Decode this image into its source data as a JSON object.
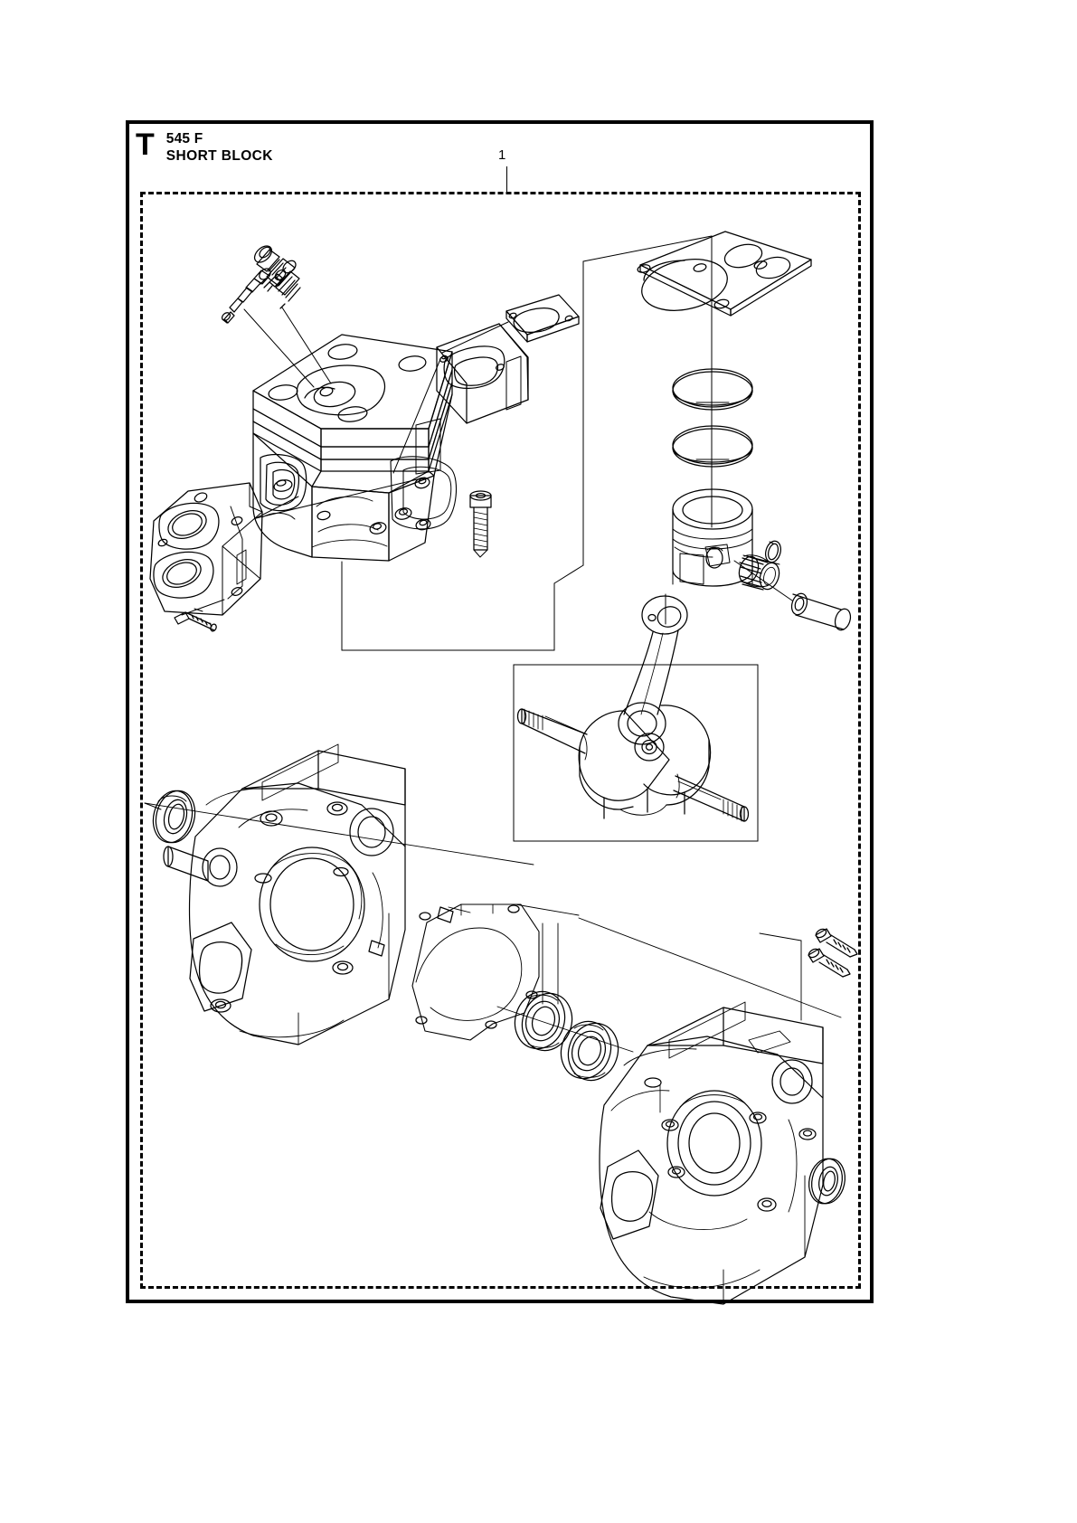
{
  "document": {
    "section_letter": "T",
    "model": "545 F",
    "assembly": "SHORT BLOCK"
  },
  "callouts": [
    {
      "id": "1",
      "label": "1"
    }
  ],
  "frame": {
    "outer_border_color": "#000000",
    "assembly_boundary_style": "dashed",
    "line_color": "#000000",
    "background_color": "#ffffff"
  },
  "parts": [
    {
      "key": "spark-plug",
      "name": "Spark plug"
    },
    {
      "key": "decompression-valve",
      "name": "Decompression valve"
    },
    {
      "key": "cylinder",
      "name": "Cylinder"
    },
    {
      "key": "muffler-gasket",
      "name": "Muffler gasket"
    },
    {
      "key": "exhaust-flange",
      "name": "Exhaust flange"
    },
    {
      "key": "cylinder-base-gasket",
      "name": "Cylinder gasket"
    },
    {
      "key": "piston-ring-upper",
      "name": "Piston ring"
    },
    {
      "key": "piston-ring-lower",
      "name": "Piston ring"
    },
    {
      "key": "piston",
      "name": "Piston"
    },
    {
      "key": "circlip",
      "name": "Circlip"
    },
    {
      "key": "needle-bearing",
      "name": "Needle bearing"
    },
    {
      "key": "piston-pin",
      "name": "Piston pin"
    },
    {
      "key": "intake-manifold",
      "name": "Intake manifold"
    },
    {
      "key": "manifold-screw",
      "name": "Screw"
    },
    {
      "key": "cylinder-screw",
      "name": "Cylinder screw"
    },
    {
      "key": "crankshaft",
      "name": "Crankshaft with connecting rod"
    },
    {
      "key": "crankcase-left",
      "name": "Crankcase half, left"
    },
    {
      "key": "crankcase-right",
      "name": "Crankcase half, right"
    },
    {
      "key": "crankcase-gasket",
      "name": "Crankcase gasket"
    },
    {
      "key": "ball-bearing-left",
      "name": "Ball bearing"
    },
    {
      "key": "ball-bearing-right",
      "name": "Ball bearing"
    },
    {
      "key": "oil-seal-left",
      "name": "Oil seal"
    },
    {
      "key": "oil-seal-right",
      "name": "Oil seal"
    },
    {
      "key": "crankcase-screw-upper",
      "name": "Crankcase screw"
    },
    {
      "key": "crankcase-screw-lower",
      "name": "Crankcase screw"
    }
  ]
}
